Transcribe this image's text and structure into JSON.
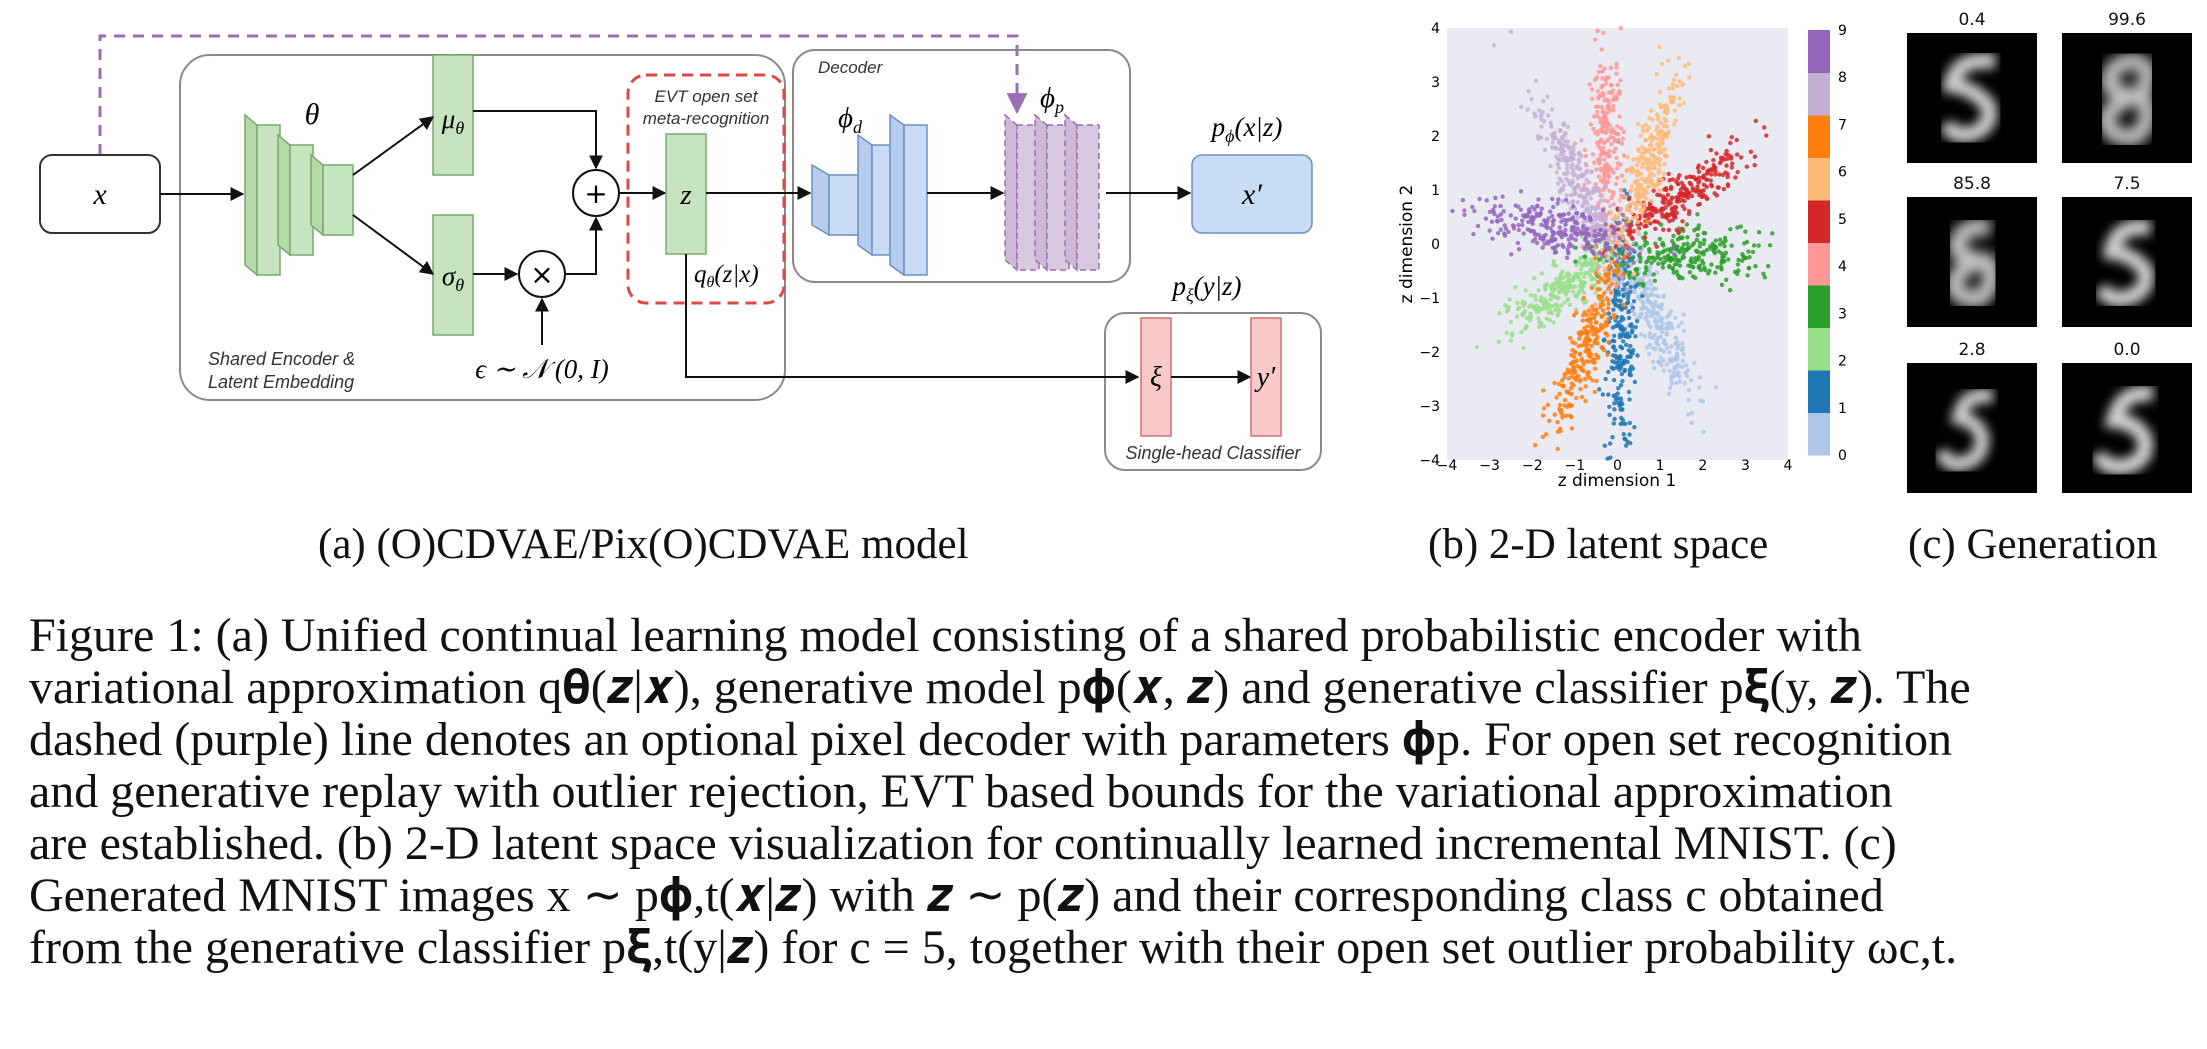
{
  "diagram": {
    "input_label": "x",
    "theta_label": "θ",
    "mu_label": "μ",
    "mu_sub": "θ",
    "sigma_label": "σ",
    "sigma_sub": "θ",
    "plus_symbol": "+",
    "times_symbol": "×",
    "epsilon_label": "ϵ ∼ 𝒩 (0, I)",
    "z_label": "z",
    "q_label": "q",
    "q_sub": "θ",
    "q_rest": "(z|x)",
    "evt_label_line1": "EVT open set",
    "evt_label_line2": "meta-recognition",
    "decoder_title": "Decoder",
    "phi_d_label": "ϕ",
    "phi_d_sub": "d",
    "phi_p_label": "ϕ",
    "phi_p_sub": "p",
    "p_phi_label": "p",
    "p_phi_sub": "ϕ",
    "p_phi_rest": "(x|z)",
    "x_prime_label": "x′",
    "encoder_caption_line1": "Shared Encoder &",
    "encoder_caption_line2": "Latent Embedding",
    "p_xi_label": "p",
    "p_xi_sub": "ξ",
    "p_xi_rest": "(y|z)",
    "xi_label": "ξ",
    "y_prime_label": "y′",
    "classifier_caption": "Single-head Classifier",
    "colors": {
      "encoder_green": "#c6e5be",
      "decoder_blue": "#c9dcf5",
      "pixel_purple": "#d8c9e0",
      "classifier_red": "#f7c9c9",
      "dashed_purple": "#9b6fb3",
      "dashed_red": "#e04848"
    }
  },
  "chart_data": {
    "type": "scatter",
    "title": "",
    "xlabel": "z dimension 1",
    "ylabel": "z dimension 2",
    "xlim": [
      -4,
      4
    ],
    "ylim": [
      -4,
      4
    ],
    "xticks": [
      "−4",
      "−3",
      "−2",
      "−1",
      "0",
      "1",
      "2",
      "3",
      "4"
    ],
    "yticks": [
      "−4",
      "−3",
      "−2",
      "−1",
      "0",
      "1",
      "2",
      "3",
      "4"
    ],
    "colorbar_ticks": [
      "0",
      "1",
      "2",
      "3",
      "4",
      "5",
      "6",
      "7",
      "8",
      "9"
    ],
    "colorbar_colors": [
      "#aec7e8",
      "#1f77b4",
      "#98df8a",
      "#2ca02c",
      "#ff9896",
      "#d62728",
      "#ffbb78",
      "#ff7f0e",
      "#c5b0d5",
      "#9467bd"
    ],
    "background": "#eaeaf2",
    "clusters": [
      {
        "class": "0",
        "color": "#aec7e8",
        "cx": 0.9,
        "cy": -1.4,
        "sx": 0.22,
        "sy": 0.9,
        "angle": -30
      },
      {
        "class": "1",
        "color": "#1f77b4",
        "cx": 0.1,
        "cy": -1.7,
        "sx": 0.2,
        "sy": 1.1,
        "angle": 0
      },
      {
        "class": "2",
        "color": "#98df8a",
        "cx": -1.3,
        "cy": -0.8,
        "sx": 0.22,
        "sy": 0.8,
        "angle": 60
      },
      {
        "class": "3",
        "color": "#2ca02c",
        "cx": 1.5,
        "cy": -0.2,
        "sx": 0.25,
        "sy": 0.95,
        "angle": 90
      },
      {
        "class": "4",
        "color": "#ff9896",
        "cx": -0.25,
        "cy": 1.7,
        "sx": 0.2,
        "sy": 1.0,
        "angle": 0
      },
      {
        "class": "5",
        "color": "#d62728",
        "cx": 1.45,
        "cy": 0.9,
        "sx": 0.2,
        "sy": 0.9,
        "angle": 60
      },
      {
        "class": "6",
        "color": "#ffbb78",
        "cx": 0.75,
        "cy": 1.55,
        "sx": 0.2,
        "sy": 0.95,
        "angle": 25
      },
      {
        "class": "7",
        "color": "#ff7f0e",
        "cx": -0.7,
        "cy": -1.8,
        "sx": 0.2,
        "sy": 0.95,
        "angle": 25
      },
      {
        "class": "8",
        "color": "#c5b0d5",
        "cx": -0.95,
        "cy": 1.1,
        "sx": 0.2,
        "sy": 0.9,
        "angle": -30
      },
      {
        "class": "9",
        "color": "#9467bd",
        "cx": -1.55,
        "cy": 0.3,
        "sx": 0.22,
        "sy": 0.95,
        "angle": -80
      }
    ]
  },
  "generation": {
    "probabilities": [
      "0.4",
      "99.6",
      "85.8",
      "7.5",
      "2.8",
      "0.0"
    ]
  },
  "sublabels": {
    "a": "(a) (O)CDVAE/Pix(O)CDVAE model",
    "b": "(b) 2-D latent space",
    "c": "(c) Generation"
  },
  "caption": {
    "line1": "Figure 1: (a) Unified continual learning model consisting of a shared probabilistic encoder with",
    "line2": "variational approximation q𝛉(𝒛|𝒙), generative model p𝛟(𝒙, 𝒛) and generative classifier p𝛏(y, 𝒛). The",
    "line3": "dashed (purple) line denotes an optional pixel decoder with parameters 𝛟p. For open set recognition",
    "line4": "and generative replay with outlier rejection, EVT based bounds for the variational approximation",
    "line5": "are established. (b) 2-D latent space visualization for continually learned incremental MNIST. (c)",
    "line6": "Generated MNIST images x ∼ p𝛟,t(𝒙|𝒛) with 𝒛 ∼ p(𝒛) and their corresponding class c obtained",
    "line7": "from the generative classifier p𝛏,t(y|𝒛) for c = 5, together with their open set outlier probability ωc,t."
  }
}
